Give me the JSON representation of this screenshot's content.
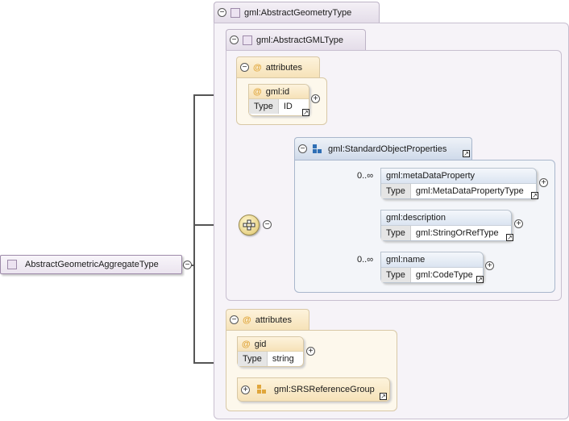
{
  "root": {
    "name": "AbstractGeometricAggregateType"
  },
  "abstract_geometry": {
    "name": "gml:AbstractGeometryType"
  },
  "abstract_gml": {
    "name": "gml:AbstractGMLType"
  },
  "attributes_label": "attributes",
  "attr_id": {
    "name": "gml:id",
    "type_label": "Type",
    "type_value": "ID"
  },
  "standard_props": {
    "name": "gml:StandardObjectProperties",
    "elements": [
      {
        "name": "gml:metaDataProperty",
        "type_label": "Type",
        "type_value": "gml:MetaDataPropertyType",
        "cardinality": "0..∞"
      },
      {
        "name": "gml:description",
        "type_label": "Type",
        "type_value": "gml:StringOrRefType",
        "cardinality": ""
      },
      {
        "name": "gml:name",
        "type_label": "Type",
        "type_value": "gml:CodeType",
        "cardinality": "0..∞"
      }
    ]
  },
  "attr_gid": {
    "name": "gid",
    "type_label": "Type",
    "type_value": "string"
  },
  "srs_group": {
    "name": "gml:SRSReferenceGroup"
  },
  "colors": {
    "purple_panel": "#f6f3f8",
    "attr_panel": "#fdf8ec",
    "blue_panel": "#f3f5f9",
    "connector": "#555555"
  },
  "icons": [
    "collapse-icon",
    "expand-icon",
    "attribute-icon",
    "sequence-icon",
    "group-icon",
    "link-arrow-icon"
  ]
}
